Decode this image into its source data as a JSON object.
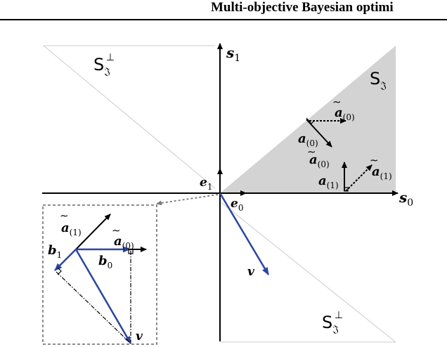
{
  "header": {
    "running_title": "Multi-objective Bayesian optimi"
  },
  "figure": {
    "axes": {
      "s1": {
        "base": "s",
        "sub": "1"
      },
      "s0": {
        "base": "s",
        "sub": "0"
      },
      "e1": {
        "base": "e",
        "sub": "1"
      },
      "e0": {
        "base": "e",
        "sub": "0"
      }
    },
    "regions": {
      "cone": {
        "base": "S",
        "sub": "𝔍"
      },
      "perp_top": {
        "base": "S",
        "sub": "𝔍",
        "sup": "⊥"
      },
      "perp_bottom": {
        "base": "S",
        "sub": "𝔍",
        "sup": "⊥"
      }
    },
    "vectors": {
      "a0_tilde": {
        "base": "a",
        "sub": "(0)"
      },
      "a0": {
        "base": "a",
        "sub": "(0)"
      },
      "a0_tilde_2": {
        "base": "a",
        "sub": "(0)"
      },
      "a1": {
        "base": "a",
        "sub": "(1)"
      },
      "a1_tilde": {
        "base": "a",
        "sub": "(1)"
      },
      "v": "v"
    },
    "inset": {
      "a1_tilde": {
        "base": "a",
        "sub": "(1)"
      },
      "a0_tilde": {
        "base": "a",
        "sub": "(0)"
      },
      "b1": {
        "base": "b",
        "sub": "1"
      },
      "b0": {
        "base": "b",
        "sub": "0"
      },
      "v": "v"
    },
    "colors": {
      "cone_fill": "#d3d3d3",
      "vector_blue": "#2b45a0",
      "axis": "#000000",
      "dotted_arrow": "#777777"
    }
  }
}
